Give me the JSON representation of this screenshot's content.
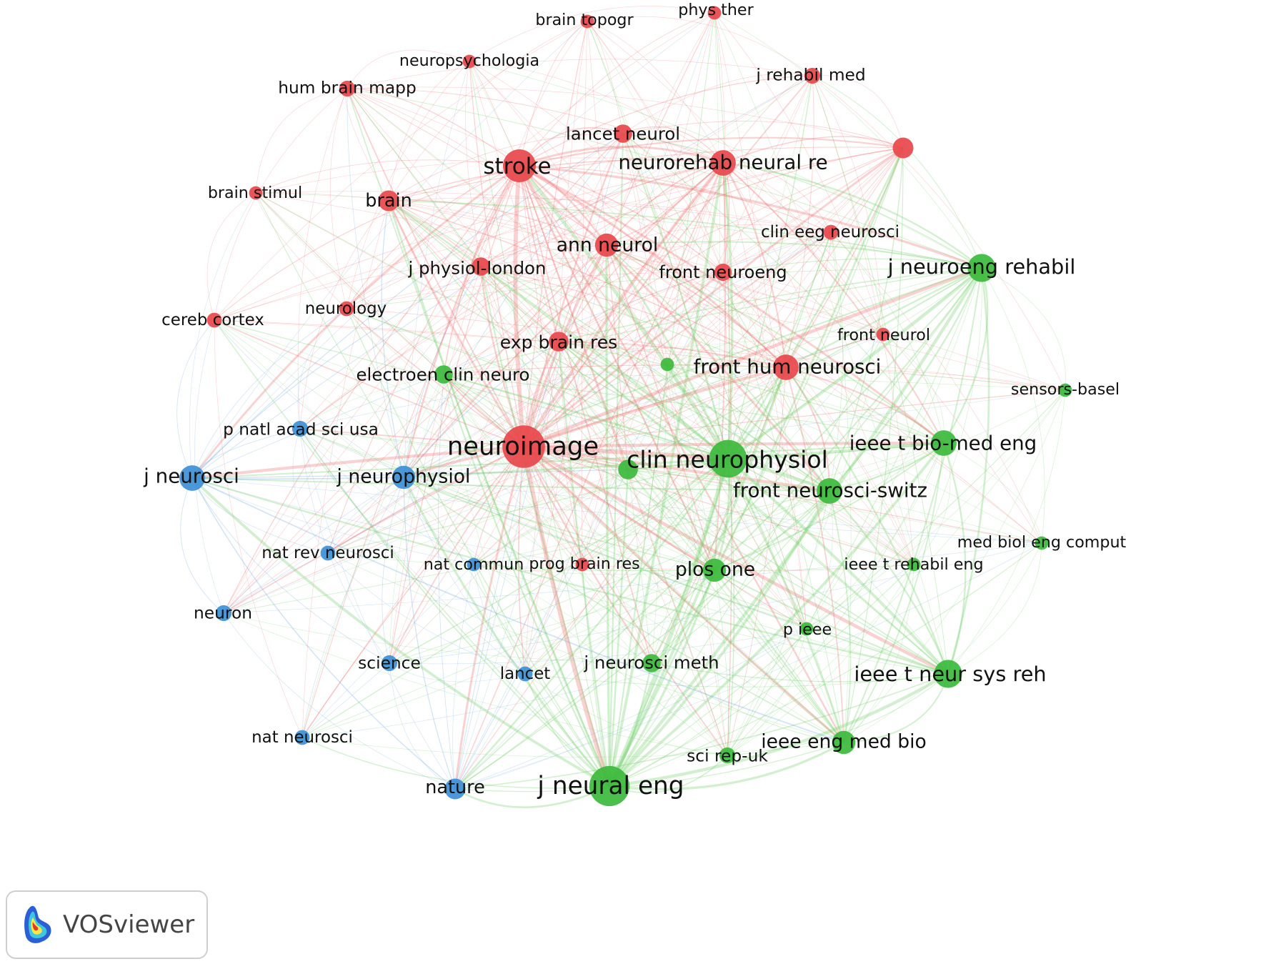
{
  "colors": {
    "red": "#e8474b",
    "green": "#3cba3c",
    "blue": "#3d8fd6",
    "red_edge": "#ef6f6f",
    "green_edge": "#72d06a",
    "blue_edge": "#6fa8e0"
  },
  "brand": {
    "label": "VOSviewer",
    "icon": "vosviewer-logo-icon"
  },
  "nodes": [
    {
      "id": "phys ther",
      "label": "phys ther",
      "cluster": "red",
      "weight": 1
    },
    {
      "id": "brain topogr",
      "label": "brain topogr",
      "cluster": "red",
      "weight": 1
    },
    {
      "id": "neuropsychologia",
      "label": "neuropsychologia",
      "cluster": "red",
      "weight": 1
    },
    {
      "id": "j rehabil med",
      "label": "j rehabil med",
      "cluster": "red",
      "weight": 1.5
    },
    {
      "id": "hum brain mapp",
      "label": "hum brain mapp",
      "cluster": "red",
      "weight": 1.5
    },
    {
      "id": "lancet neurol",
      "label": "lancet neurol",
      "cluster": "red",
      "weight": 2
    },
    {
      "id": "unlabeled-red",
      "label": "",
      "cluster": "red",
      "weight": 2.5
    },
    {
      "id": "stroke",
      "label": "stroke",
      "cluster": "red",
      "weight": 5
    },
    {
      "id": "neurorehab neural re",
      "label": "neurorehab neural re",
      "cluster": "red",
      "weight": 3.5
    },
    {
      "id": "brain stimul",
      "label": "brain stimul",
      "cluster": "red",
      "weight": 1
    },
    {
      "id": "brain",
      "label": "brain",
      "cluster": "red",
      "weight": 2.5
    },
    {
      "id": "clin eeg neurosci",
      "label": "clin eeg neurosci",
      "cluster": "red",
      "weight": 1.3
    },
    {
      "id": "ann neurol",
      "label": "ann neurol",
      "cluster": "red",
      "weight": 3
    },
    {
      "id": "j physiol-london",
      "label": "j physiol-london",
      "cluster": "red",
      "weight": 2
    },
    {
      "id": "front neuroeng",
      "label": "front neuroeng",
      "cluster": "red",
      "weight": 1.8
    },
    {
      "id": "cereb cortex",
      "label": "cereb cortex",
      "cluster": "red",
      "weight": 1.3
    },
    {
      "id": "neurology",
      "label": "neurology",
      "cluster": "red",
      "weight": 1.3
    },
    {
      "id": "front neurol",
      "label": "front neurol",
      "cluster": "red",
      "weight": 1
    },
    {
      "id": "exp brain res",
      "label": "exp brain res",
      "cluster": "red",
      "weight": 2.3
    },
    {
      "id": "front hum neurosci",
      "label": "front hum neurosci",
      "cluster": "red",
      "weight": 3.5
    },
    {
      "id": "neuroimage",
      "label": "neuroimage",
      "cluster": "red",
      "weight": 7
    },
    {
      "id": "prog brain res",
      "label": "prog brain res",
      "cluster": "red",
      "weight": 1
    },
    {
      "id": "j neuroeng rehabil",
      "label": "j neuroeng rehabil",
      "cluster": "green",
      "weight": 4
    },
    {
      "id": "electroen clin neuro",
      "label": "electroen clin neuro",
      "cluster": "green",
      "weight": 2
    },
    {
      "id": "unlabeled-green",
      "label": "",
      "cluster": "green",
      "weight": 1
    },
    {
      "id": "sensors-basel",
      "label": "sensors-basel",
      "cluster": "green",
      "weight": 1
    },
    {
      "id": "clin neurophysiol",
      "label": "clin neurophysiol",
      "cluster": "green",
      "weight": 6
    },
    {
      "id": "ieee t bio-med eng",
      "label": "ieee t bio-med eng",
      "cluster": "green",
      "weight": 3.5
    },
    {
      "id": "front neurosci-switz",
      "label": "front neurosci-switz",
      "cluster": "green",
      "weight": 3.5
    },
    {
      "id": "unlabeled-green-2",
      "label": "",
      "cluster": "green",
      "weight": 2.3
    },
    {
      "id": "med biol eng comput",
      "label": "med biol eng comput",
      "cluster": "green",
      "weight": 1
    },
    {
      "id": "ieee t rehabil eng",
      "label": "ieee t rehabil eng",
      "cluster": "green",
      "weight": 1
    },
    {
      "id": "plos one",
      "label": "plos one",
      "cluster": "green",
      "weight": 3
    },
    {
      "id": "p ieee",
      "label": "p ieee",
      "cluster": "green",
      "weight": 1
    },
    {
      "id": "j neurosci meth",
      "label": "j neurosci meth",
      "cluster": "green",
      "weight": 2
    },
    {
      "id": "ieee t neur sys reh",
      "label": "ieee t neur sys reh",
      "cluster": "green",
      "weight": 4
    },
    {
      "id": "ieee eng med bio",
      "label": "ieee eng med bio",
      "cluster": "green",
      "weight": 3
    },
    {
      "id": "sci rep-uk",
      "label": "sci rep-uk",
      "cluster": "green",
      "weight": 1.5
    },
    {
      "id": "j neural eng",
      "label": "j neural eng",
      "cluster": "green",
      "weight": 6.5
    },
    {
      "id": "p natl acad sci usa",
      "label": "p natl acad sci usa",
      "cluster": "blue",
      "weight": 1.5
    },
    {
      "id": "j neurosci",
      "label": "j neurosci",
      "cluster": "blue",
      "weight": 3.5
    },
    {
      "id": "j neurophysiol",
      "label": "j neurophysiol",
      "cluster": "blue",
      "weight": 3
    },
    {
      "id": "nat rev neurosci",
      "label": "nat rev neurosci",
      "cluster": "blue",
      "weight": 1.3
    },
    {
      "id": "nat commun",
      "label": "nat commun",
      "cluster": "blue",
      "weight": 1
    },
    {
      "id": "neuron",
      "label": "neuron",
      "cluster": "blue",
      "weight": 1.5
    },
    {
      "id": "science",
      "label": "science",
      "cluster": "blue",
      "weight": 1.5
    },
    {
      "id": "lancet",
      "label": "lancet",
      "cluster": "blue",
      "weight": 1.3
    },
    {
      "id": "nat neurosci",
      "label": "nat neurosci",
      "cluster": "blue",
      "weight": 1.3
    },
    {
      "id": "nature",
      "label": "nature",
      "cluster": "blue",
      "weight": 2.5
    }
  ]
}
